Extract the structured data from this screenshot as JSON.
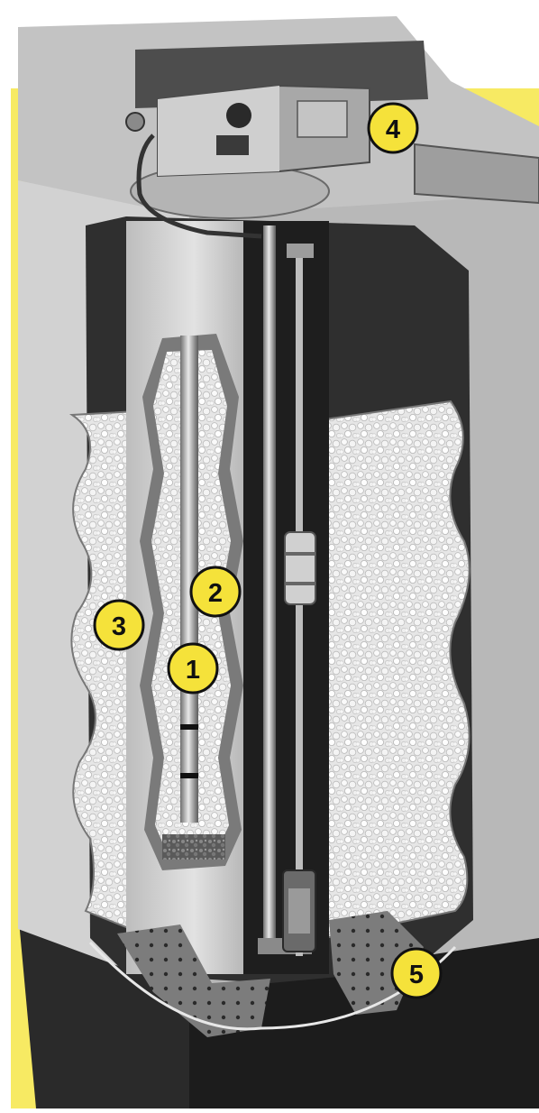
{
  "colors": {
    "background_yellow": "#f7ea63",
    "paper_white": "#ffffff",
    "cabinet_light": "#c7c7c7",
    "cabinet_mid": "#9a9a9a",
    "cabinet_dark": "#4a4a4a",
    "base_black": "#1f1f1f",
    "interior_dark": "#2b2b2b",
    "resin_white": "#ececec",
    "callout_fill": "#f5e23a",
    "callout_stroke": "#111111"
  },
  "callouts": [
    {
      "label": "1",
      "part": "inner-tube"
    },
    {
      "label": "2",
      "part": "inner-resin-tank"
    },
    {
      "label": "3",
      "part": "outer-salt-tank"
    },
    {
      "label": "4",
      "part": "control-valve"
    },
    {
      "label": "5",
      "part": "salt-platform"
    }
  ],
  "icons": [
    "control-valve-icon",
    "brine-tube-icon",
    "float-valve-icon",
    "strainer-icon"
  ]
}
